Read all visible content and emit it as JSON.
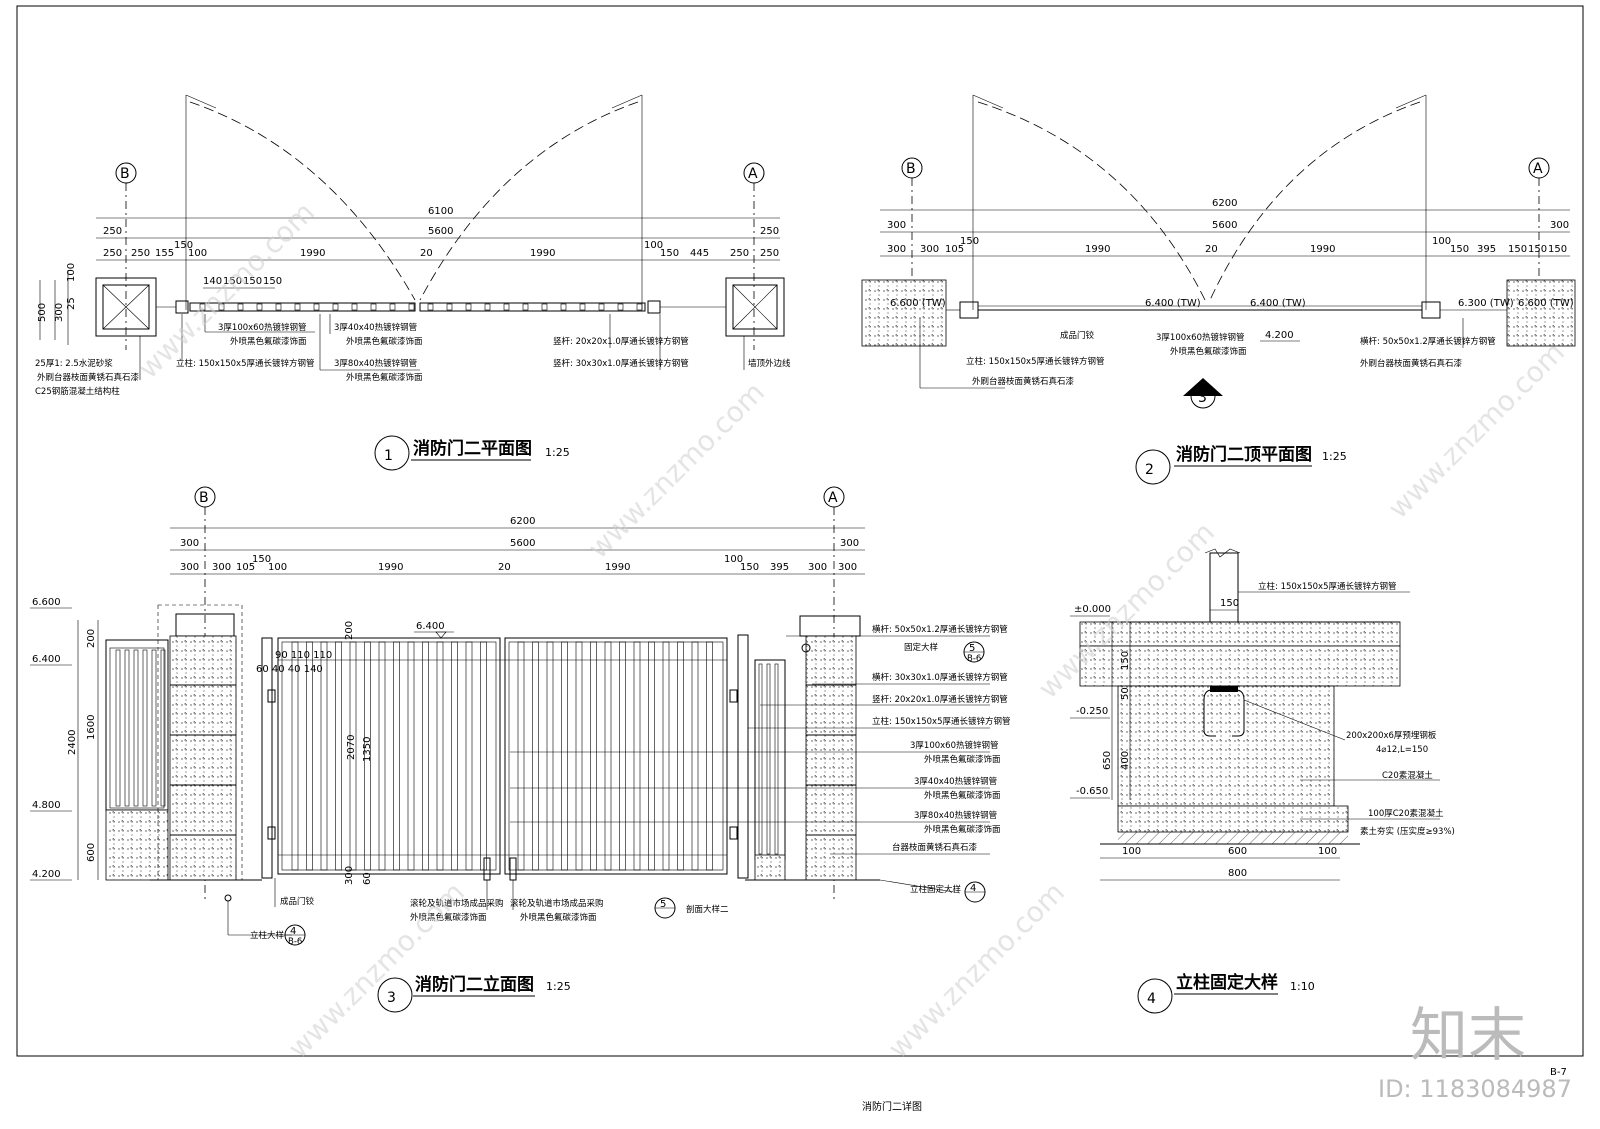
{
  "sheet": {
    "title": "消防门二详图",
    "sheet_no": "B-7",
    "watermark_brand": "知末",
    "watermark_id": "ID: 1183084987",
    "watermark_site": "www.znzmo.com"
  },
  "views": {
    "v1": {
      "num": "1",
      "title": "消防门二平面图",
      "scale": "1:25"
    },
    "v2": {
      "num": "2",
      "title": "消防门二顶平面图",
      "scale": "1:25"
    },
    "v3": {
      "num": "3",
      "title": "消防门二立面图",
      "scale": "1:25"
    },
    "v4": {
      "num": "4",
      "title": "立柱固定大样",
      "scale": "1:10"
    }
  },
  "grid": {
    "a": "A",
    "b": "B"
  },
  "plan1": {
    "dims_total": "6100",
    "dims_5600": "5600",
    "d250": "250",
    "d155": "155",
    "d150": "150",
    "d100": "100",
    "d1990": "1990",
    "d20": "20",
    "d445": "445",
    "d140": "140",
    "d25": "25",
    "d300": "300",
    "d500": "500",
    "notes": [
      "3厚100x60热镀锌钢管",
      "外喷黑色氟碳漆饰面",
      "3厚40x40热镀锌钢管",
      "外喷黑色氟碳漆饰面",
      "3厚80x40热镀锌钢管",
      "外喷黑色氟碳漆饰面",
      "立柱: 150x150x5厚通长镀锌方钢管",
      "竖杆: 20x20x1.0厚通长镀锌方钢管",
      "竖杆: 30x30x1.0厚通长镀锌方钢管",
      "墙顶外边线",
      "25厚1: 2.5水泥砂浆",
      "外刷台器枝面黄锈石真石漆",
      "C25钢筋混凝土结构柱"
    ]
  },
  "plan2": {
    "dims_total": "6200",
    "dims_5600": "5600",
    "d300": "300",
    "d105": "105",
    "d150": "150",
    "d1990": "1990",
    "d20": "20",
    "d100": "100",
    "d395": "395",
    "elev_left": "6.600 (TW)",
    "elev_mid1": "6.400 (TW)",
    "elev_mid2": "6.400 (TW)",
    "elev_r1": "6.300 (TW)",
    "elev_r2": "6.600 (TW)",
    "elev_ground": "4.200",
    "section_mark": "3",
    "notes": [
      "成品门铰",
      "3厚100x60热镀锌钢管",
      "外喷黑色氟碳漆饰面",
      "立柱: 150x150x5厚通长镀锌方钢管",
      "外刷台器枝面黄锈石真石漆",
      "横杆: 50x50x1.2厚通长镀锌方钢管",
      "外刷台器枝面黄锈石真石漆"
    ]
  },
  "elev3": {
    "dims_total": "6200",
    "dims_5600": "5600",
    "d300": "300",
    "d105": "105",
    "d150": "150",
    "d100": "100",
    "d1990": "1990",
    "d20": "20",
    "d395": "395",
    "levels": [
      "6.600",
      "6.400",
      "4.800",
      "4.200"
    ],
    "v200": "200",
    "v2400": "2400",
    "v1600": "1600",
    "v600": "600",
    "v2070": "2070",
    "v1350": "1350",
    "v300": "300",
    "v60": "60",
    "h_bars": "90 110 110",
    "h_bars2": "60 40 40 140",
    "top_level": "6.400",
    "notes_right": [
      "横杆: 50x50x1.2厚通长镀锌方钢管",
      "固定大样",
      "横杆: 30x30x1.0厚通长镀锌方钢管",
      "竖杆: 20x20x1.0厚通长镀锌方钢管",
      "立柱: 150x150x5厚通长镀锌方钢管",
      "3厚100x60热镀锌钢管",
      "外喷黑色氟碳漆饰面",
      "3厚40x40热镀锌钢管",
      "外喷黑色氟碳漆饰面",
      "3厚80x40热镀锌钢管",
      "外喷黑色氟碳漆饰面",
      "台器枝面黄锈石真石漆"
    ],
    "bubble5": "5",
    "bubble5_ref": "B-6",
    "bottom": {
      "hinge": "成品门铰",
      "wheel1a": "滚轮及轨道市场成品采购",
      "wheel1b": "外喷黑色氟碳漆饰面",
      "wheel2a": "滚轮及轨道市场成品采购",
      "wheel2b": "外喷黑色氟碳漆饰面",
      "sec": "剖面大样二",
      "fix": "立柱固定大样",
      "post": "立柱大样",
      "b4": "4",
      "b4ref": "B-6",
      "b5": "5"
    }
  },
  "detail4": {
    "post_note": "立柱: 150x150x5厚通长镀锌方钢管",
    "d150": "150",
    "lv0": "±0.000",
    "lv1": "-0.250",
    "lv2": "-0.650",
    "v150": "150",
    "v50": "50",
    "v650": "650",
    "v400": "400",
    "plate1": "200x200x6厚预埋钢板",
    "plate2": "4⌀12,L=150",
    "c20": "C20素混凝土",
    "c20b": "100厚C20素混凝土",
    "soil": "素土夯实 (压实度≥93%)",
    "b100": "100",
    "b600": "600",
    "b800": "800"
  }
}
